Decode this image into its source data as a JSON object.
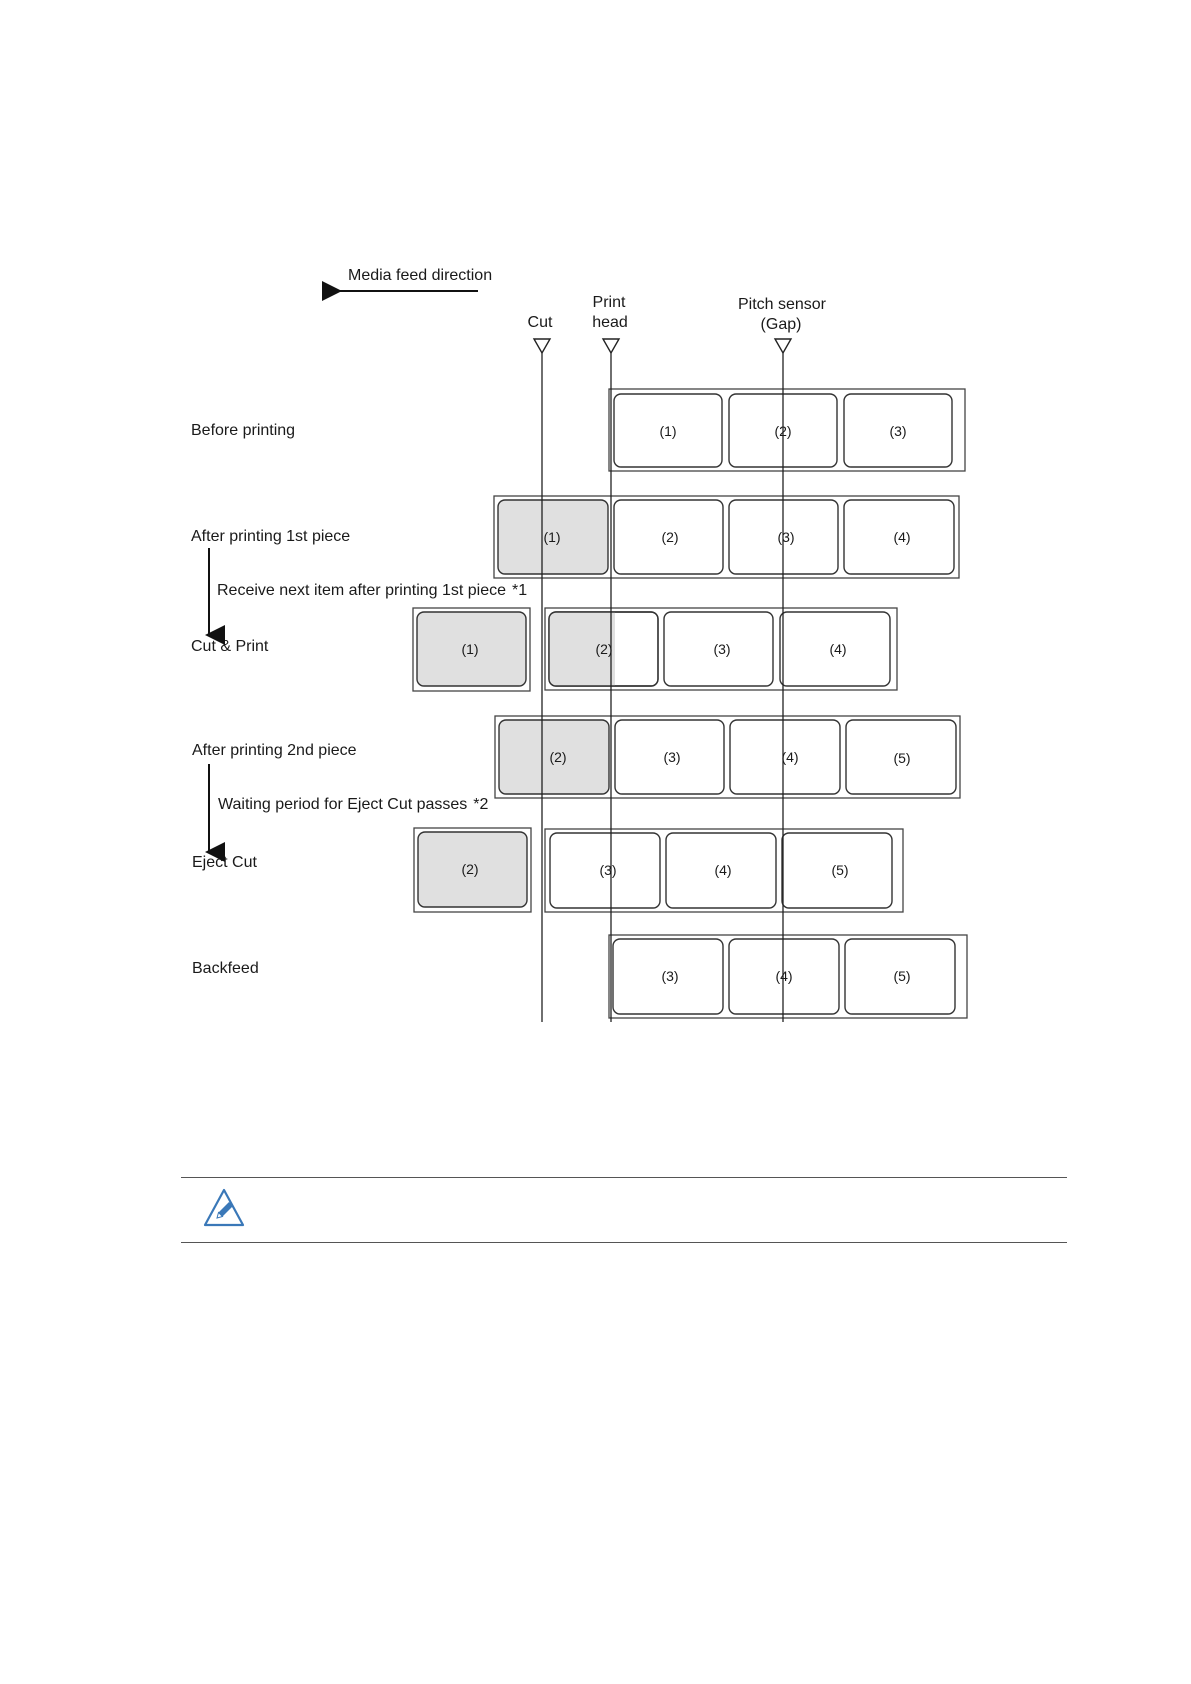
{
  "feed_direction": "Media feed direction",
  "sensors": {
    "cut": "Cut",
    "print_head": [
      "Print",
      "head"
    ],
    "pitch_sensor": [
      "Pitch sensor",
      "(Gap)"
    ]
  },
  "rows": [
    {
      "label": "Before printing",
      "labels": [
        {
          "text": "(1)",
          "cut": false,
          "shaded": false
        },
        {
          "text": "(2)",
          "cut": false,
          "shaded": false
        },
        {
          "text": "(3)",
          "cut": false,
          "shaded": false
        }
      ]
    },
    {
      "label": "After printing 1st piece",
      "labels": [
        {
          "text": "(1)",
          "cut": false,
          "shaded": true
        },
        {
          "text": "(2)",
          "cut": false,
          "shaded": false
        },
        {
          "text": "(3)",
          "cut": false,
          "shaded": false
        },
        {
          "text": "(4)",
          "cut": false,
          "shaded": false
        }
      ]
    },
    {
      "label": "Cut & Print",
      "labels": [
        {
          "text": "(1)",
          "cut": true,
          "shaded": true
        },
        {
          "text": "(2)",
          "cut": false,
          "shaded": "partial"
        },
        {
          "text": "(3)",
          "cut": false,
          "shaded": false
        },
        {
          "text": "(4)",
          "cut": false,
          "shaded": false
        }
      ]
    },
    {
      "label": "After printing 2nd piece",
      "labels": [
        {
          "text": "(2)",
          "cut": false,
          "shaded": true
        },
        {
          "text": "(3)",
          "cut": false,
          "shaded": false
        },
        {
          "text": "(4)",
          "cut": false,
          "shaded": false
        },
        {
          "text": "(5)",
          "cut": false,
          "shaded": false
        }
      ]
    },
    {
      "label": "Eject Cut",
      "labels": [
        {
          "text": "(2)",
          "cut": true,
          "shaded": true
        },
        {
          "text": "(3)",
          "cut": false,
          "shaded": false
        },
        {
          "text": "(4)",
          "cut": false,
          "shaded": false
        },
        {
          "text": "(5)",
          "cut": false,
          "shaded": false
        }
      ]
    },
    {
      "label": "Backfeed",
      "labels": [
        {
          "text": "(3)",
          "cut": false,
          "shaded": false
        },
        {
          "text": "(4)",
          "cut": false,
          "shaded": false
        },
        {
          "text": "(5)",
          "cut": false,
          "shaded": false
        }
      ]
    }
  ],
  "transitions": [
    {
      "text": "Receive next item after printing 1st piece",
      "note": "*1"
    },
    {
      "text": "Waiting period for Eject Cut passes",
      "note": "*2"
    }
  ],
  "colors": {
    "label_fill_shaded": "#e0e0e0",
    "label_fill": "#ffffff",
    "stroke": "#333333"
  },
  "icons": {
    "note": "pencil-note-icon"
  }
}
